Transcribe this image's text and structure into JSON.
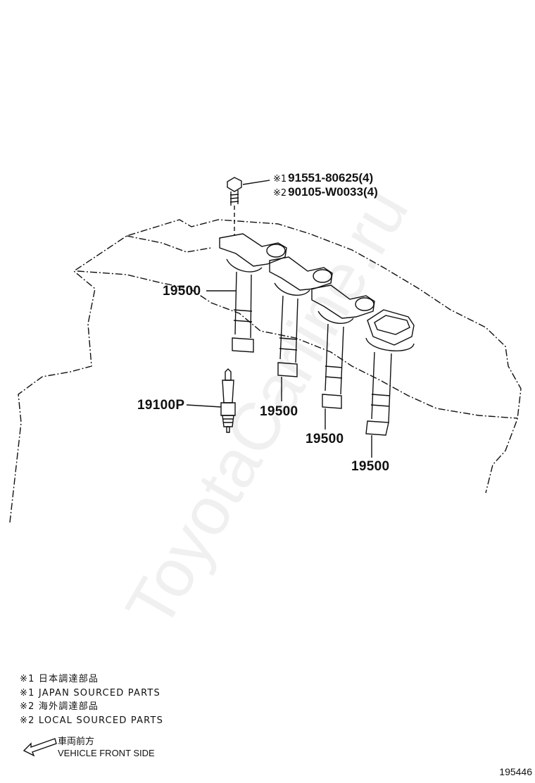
{
  "watermark": "ToyotaCarline.ru",
  "parts": {
    "bolt_line1": {
      "mark": "※1",
      "number": "91551-80625(4)"
    },
    "bolt_line2": {
      "mark": "※2",
      "number": "90105-W0033(4)"
    },
    "coil_1": "19500",
    "coil_2": "19500",
    "coil_3": "19500",
    "coil_4": "19500",
    "spark_plug": "19100P"
  },
  "legend": [
    "※1 日本調達部品",
    "※1 JAPAN SOURCED PARTS",
    "※2 海外調達部品",
    "※2 LOCAL SOURCED PARTS"
  ],
  "front": {
    "jp": "車両前方",
    "en": "VEHICLE FRONT SIDE"
  },
  "diagram_code": "195446"
}
